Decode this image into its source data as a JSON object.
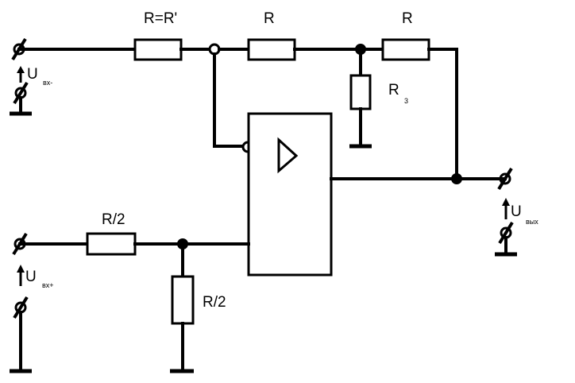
{
  "labels": {
    "r_input": "R=R'",
    "r_mid": "R",
    "r_feedback": "R",
    "r3_main": "R",
    "r3_sub": "3",
    "r_half_series": "R/2",
    "r_half_shunt": "R/2"
  },
  "voltages": {
    "in_minus": {
      "symbol": "U",
      "sub": "вх-"
    },
    "in_plus": {
      "symbol": "U",
      "sub": "вх+"
    },
    "out": {
      "symbol": "U",
      "sub": "вых"
    }
  },
  "op_amp_symbol": "triangle-icon"
}
